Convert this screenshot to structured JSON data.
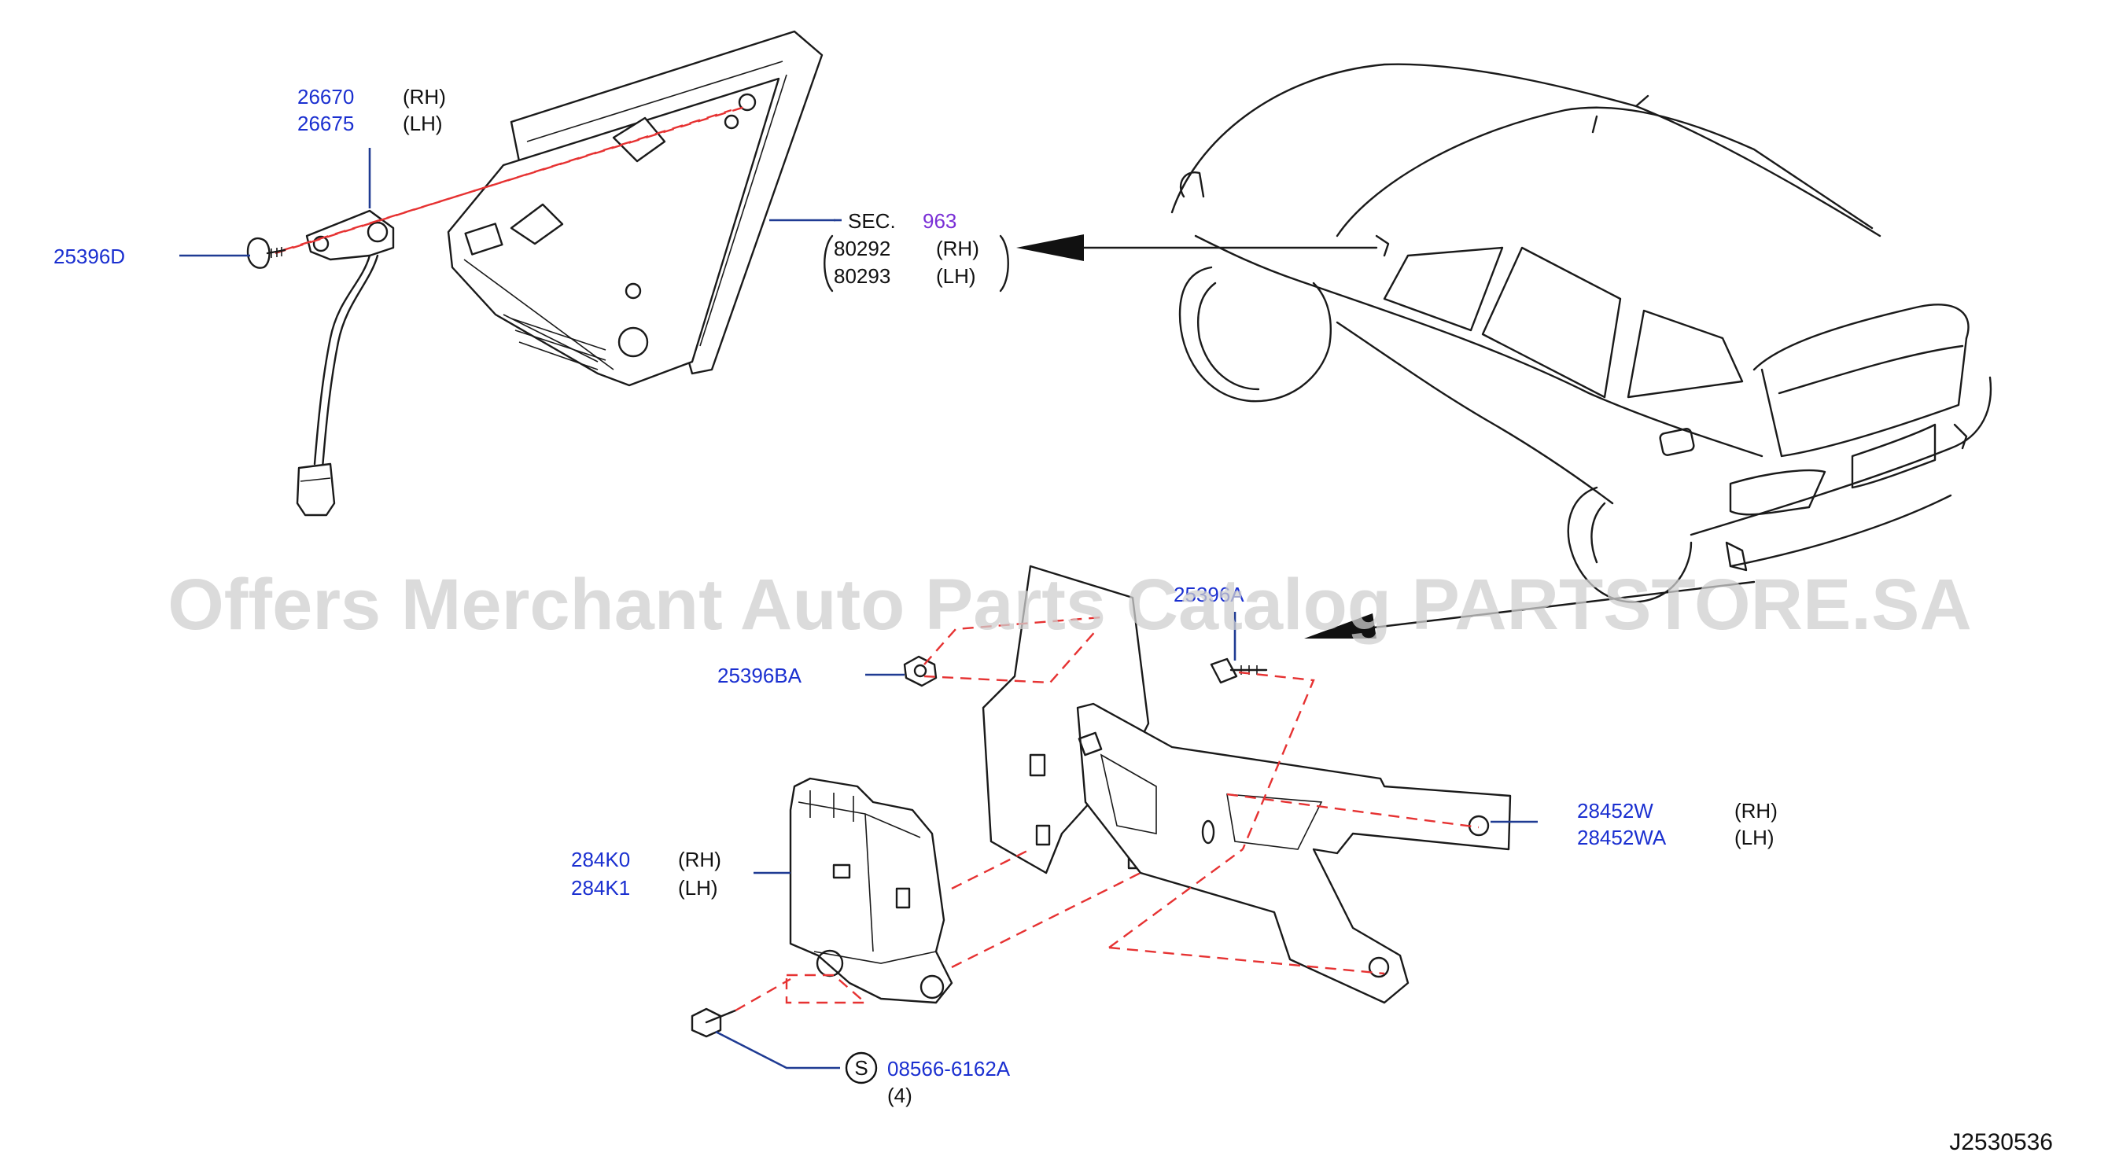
{
  "diagram_code": "J2530536",
  "watermark": "Offers Merchant Auto Parts Catalog PARTSTORE.SA",
  "icons": {
    "screw": "screw-icon",
    "clip": "clip-icon",
    "nut": "nut-icon",
    "bolt": "bolt-icon",
    "arrow": "arrow-icon",
    "bracket": "bracket-icon",
    "sensor": "sensor-icon",
    "vehicle": "vehicle-outline",
    "sec_callout": "standard-part-circle-icon"
  },
  "colors": {
    "part_number": "#1a2fd0",
    "leader_line": "#1f3b93",
    "dashed_guide": "#e63232",
    "section_ref": "#7a2fd6",
    "drawing": "#1a1a1a"
  },
  "labels": {
    "p26670": {
      "number": "26670",
      "side": "(RH)"
    },
    "p26675": {
      "number": "26675",
      "side": "(LH)"
    },
    "p25396D": {
      "number": "25396D"
    },
    "sec": {
      "prefix": "SEC.",
      "number": "963",
      "items": [
        {
          "number": "80292",
          "side": "(RH)"
        },
        {
          "number": "80293",
          "side": "(LH)"
        }
      ]
    },
    "p25396A": {
      "number": "25396A"
    },
    "p25396BA": {
      "number": "25396BA"
    },
    "p28452W": {
      "number": "28452W",
      "side": "(RH)"
    },
    "p28452WA": {
      "number": "28452WA",
      "side": "(LH)"
    },
    "p284K0": {
      "number": "284K0",
      "side": "(RH)"
    },
    "p284K1": {
      "number": "284K1",
      "side": "(LH)"
    },
    "std": {
      "symbol": "S",
      "number": "08566-6162A",
      "qty": "(4)"
    }
  }
}
